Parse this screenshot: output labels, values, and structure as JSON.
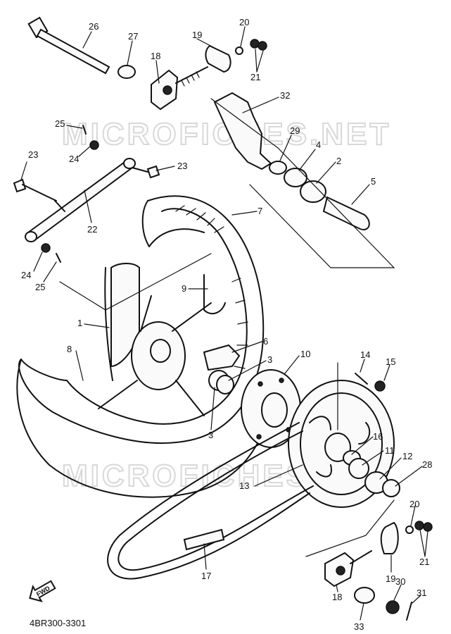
{
  "diagram": {
    "code": "4BR300-3301",
    "watermark": "MICROFICHES.NET",
    "forward_arrow_label": "FWD",
    "callouts": [
      {
        "id": "c26",
        "text": "26"
      },
      {
        "id": "c27",
        "text": "27"
      },
      {
        "id": "c19a",
        "text": "19"
      },
      {
        "id": "c20a",
        "text": "20"
      },
      {
        "id": "c21a",
        "text": "21"
      },
      {
        "id": "c18a",
        "text": "18"
      },
      {
        "id": "c32",
        "text": "32"
      },
      {
        "id": "c25a",
        "text": "25"
      },
      {
        "id": "c29",
        "text": "29"
      },
      {
        "id": "c4",
        "text": "4"
      },
      {
        "id": "c2",
        "text": "2"
      },
      {
        "id": "c24a",
        "text": "24"
      },
      {
        "id": "c23a",
        "text": "23"
      },
      {
        "id": "c23b",
        "text": "23"
      },
      {
        "id": "c5",
        "text": "5"
      },
      {
        "id": "c7",
        "text": "7"
      },
      {
        "id": "c22",
        "text": "22"
      },
      {
        "id": "c24b",
        "text": "24"
      },
      {
        "id": "c25b",
        "text": "25"
      },
      {
        "id": "c9",
        "text": "9"
      },
      {
        "id": "c1",
        "text": "1"
      },
      {
        "id": "c6",
        "text": "6"
      },
      {
        "id": "c8",
        "text": "8"
      },
      {
        "id": "c3a",
        "text": "3"
      },
      {
        "id": "c10",
        "text": "10"
      },
      {
        "id": "c14",
        "text": "14"
      },
      {
        "id": "c15",
        "text": "15"
      },
      {
        "id": "c3b",
        "text": "3"
      },
      {
        "id": "c16",
        "text": "16"
      },
      {
        "id": "c11",
        "text": "11"
      },
      {
        "id": "c12",
        "text": "12"
      },
      {
        "id": "c28",
        "text": "28"
      },
      {
        "id": "c13",
        "text": "13"
      },
      {
        "id": "c20b",
        "text": "20"
      },
      {
        "id": "c21b",
        "text": "21"
      },
      {
        "id": "c17",
        "text": "17"
      },
      {
        "id": "c19b",
        "text": "19"
      },
      {
        "id": "c30",
        "text": "30"
      },
      {
        "id": "c31",
        "text": "31"
      },
      {
        "id": "c18b",
        "text": "18"
      },
      {
        "id": "c33",
        "text": "33"
      }
    ]
  }
}
